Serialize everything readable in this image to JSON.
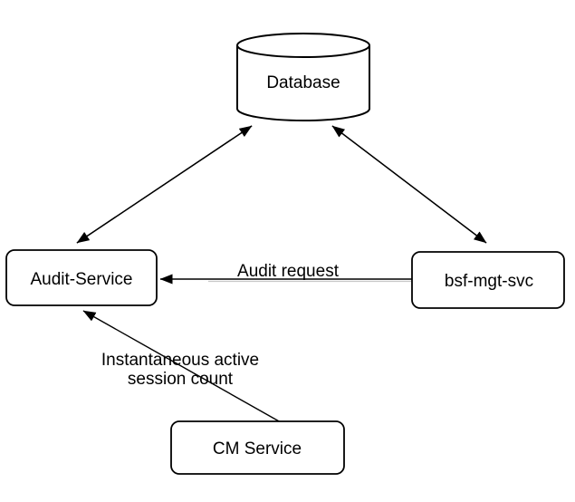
{
  "diagram": {
    "type": "service-architecture-flow",
    "colors": {
      "background": "#ffffff",
      "stroke": "#000000",
      "text": "#000000",
      "node_fill": "#ffffff"
    },
    "nodes": [
      {
        "id": "database",
        "shape": "cylinder",
        "label": "Database"
      },
      {
        "id": "audit-service",
        "shape": "rounded-rectangle",
        "label": "Audit-Service"
      },
      {
        "id": "bsf-mgt-svc",
        "shape": "rounded-rectangle",
        "label": "bsf-mgt-svc"
      },
      {
        "id": "cm-service",
        "shape": "rounded-rectangle",
        "label": "CM Service"
      }
    ],
    "edges": [
      {
        "from": "audit-service",
        "to": "database",
        "arrows": "both",
        "label": ""
      },
      {
        "from": "bsf-mgt-svc",
        "to": "database",
        "arrows": "both",
        "label": ""
      },
      {
        "from": "bsf-mgt-svc",
        "to": "audit-service",
        "arrows": "to",
        "label": "Audit request"
      },
      {
        "from": "cm-service",
        "to": "audit-service",
        "arrows": "to",
        "label": "Instantaneous active session count",
        "label_lines": [
          "Instantaneous active",
          "session count"
        ]
      }
    ]
  }
}
